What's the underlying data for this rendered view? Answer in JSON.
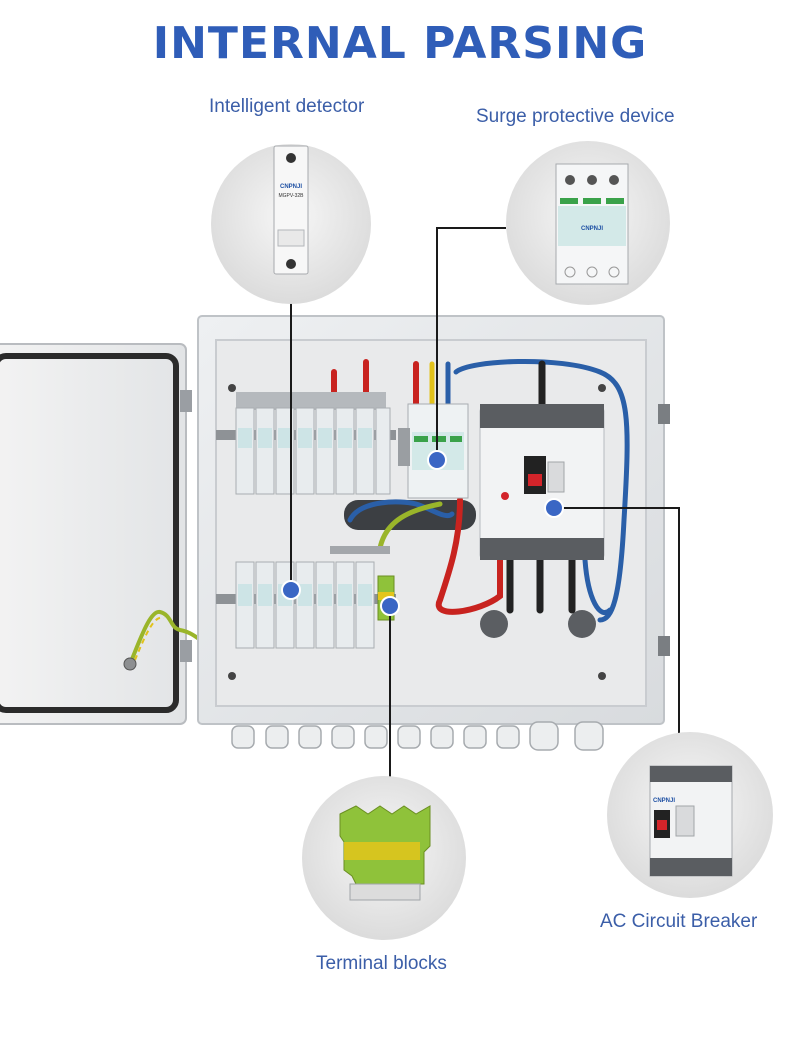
{
  "page": {
    "title": "INTERNAL PARSING"
  },
  "callouts": {
    "intelligent_detector": {
      "label": "Intelligent detector",
      "device_text": [
        "CNPNJI",
        "MGPV-32B"
      ]
    },
    "surge_protective_device": {
      "label": "Surge protective device",
      "device_text": [
        "CNPNJI"
      ]
    },
    "terminal_blocks": {
      "label": "Terminal blocks"
    },
    "ac_circuit_breaker": {
      "label": "AC Circuit Breaker",
      "device_text": [
        "CNPNJI"
      ]
    }
  },
  "colors": {
    "title": "#2f5db8",
    "label": "#3b5ea8",
    "marker": "#3a66c4",
    "leader_line": "#1a1a1a",
    "enclosure": "#e6e8ea",
    "wire_red": "#c8231f",
    "wire_blue": "#2a5fa8",
    "wire_ground": "#9ab52a"
  },
  "icons": {
    "markers": "blue-dot-marker",
    "door": "enclosure-door",
    "glands": "cable-gland"
  }
}
